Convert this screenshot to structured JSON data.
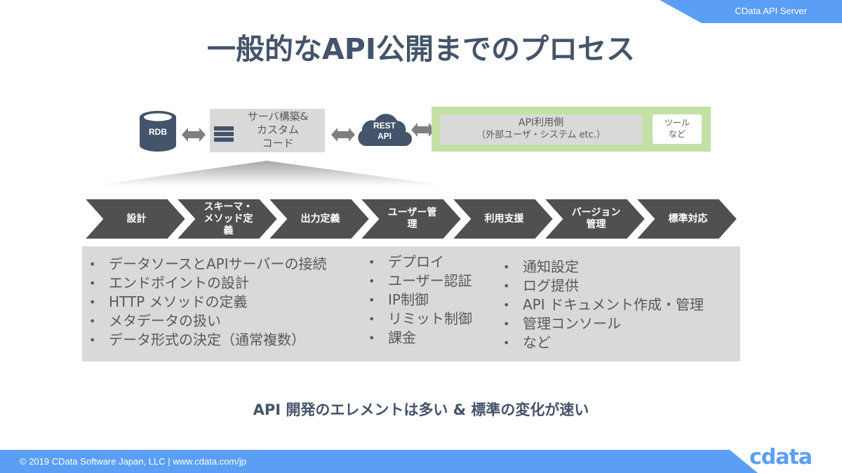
{
  "header": {
    "product_label": "CData API Server"
  },
  "title": "一般的なAPI公開までのプロセス",
  "colors": {
    "title": "#44546a",
    "accent_blue": "#5a9ff5",
    "dark_icon": "#44546a",
    "chevron": "#505050",
    "panel_gray": "#d9d9d9",
    "consumer_green": "#c5e0a5",
    "arrow_gray": "#7f7f7f"
  },
  "diagram": {
    "rdb": {
      "icon": "database-icon",
      "label": "RDB"
    },
    "server": {
      "icon": "server-icon",
      "label_lines": [
        "サーバ構築&",
        "カスタム",
        "コード"
      ]
    },
    "rest_api": {
      "icon": "cloud-icon",
      "label_lines": [
        "REST",
        "API"
      ]
    },
    "consumer": {
      "title": "API利用側",
      "subtitle": "（外部ユーザ・システム etc.）"
    },
    "tools": {
      "label_lines": [
        "ツール",
        "など"
      ]
    }
  },
  "process_steps": [
    {
      "label": "設計"
    },
    {
      "label": "スキーマ・\nメソッド定\n義"
    },
    {
      "label": "出力定義"
    },
    {
      "label": "ユーザー管\n理"
    },
    {
      "label": "利用支援"
    },
    {
      "label": "バージョン\n管理"
    },
    {
      "label": "標準対応"
    }
  ],
  "details": {
    "column1": [
      "データソースとAPIサーバーの接続",
      "エンドポイントの設計",
      "HTTP メソッドの定義",
      "メタデータの扱い",
      "データ形式の決定（通常複数）"
    ],
    "column2": [
      "デプロイ",
      "ユーザー認証",
      "IP制御",
      "リミット制御",
      "課金"
    ],
    "column3": [
      "通知設定",
      "ログ提供",
      "API ドキュメント作成・管理",
      "管理コンソール",
      "など"
    ]
  },
  "tagline": "API 開発のエレメントは多い & 標準の変化が速い",
  "footer": {
    "copyright": "© 2019 CData Software Japan, LLC |  www.cdata.com/jp",
    "logo_text": "cdata"
  }
}
